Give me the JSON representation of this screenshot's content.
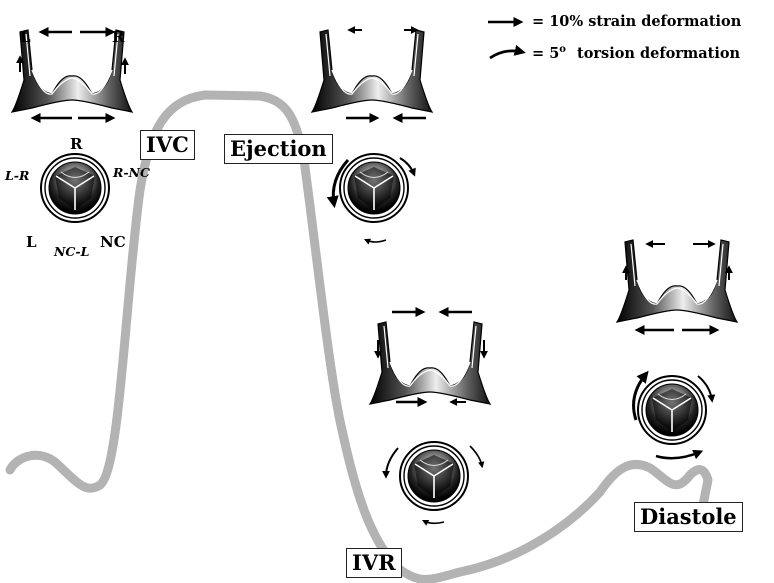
{
  "legend": {
    "strain": "= 10% strain deformation",
    "torsion_prefix": "= 5",
    "torsion_sup": "o",
    "torsion_suffix": "torsion deformation"
  },
  "phases": {
    "ivc": "IVC",
    "ejection": "Ejection",
    "ivr": "IVR",
    "diastole": "Diastole"
  },
  "leaflet_labels": {
    "left": "L",
    "right": "R"
  },
  "valve_labels": {
    "r": "R",
    "l_r": "L-R",
    "r_nc": "R-NC",
    "l": "L",
    "nc": "NC",
    "nc_l": "NC-L"
  },
  "colors": {
    "curve": "#b3b3b3",
    "ink": "#000000"
  }
}
